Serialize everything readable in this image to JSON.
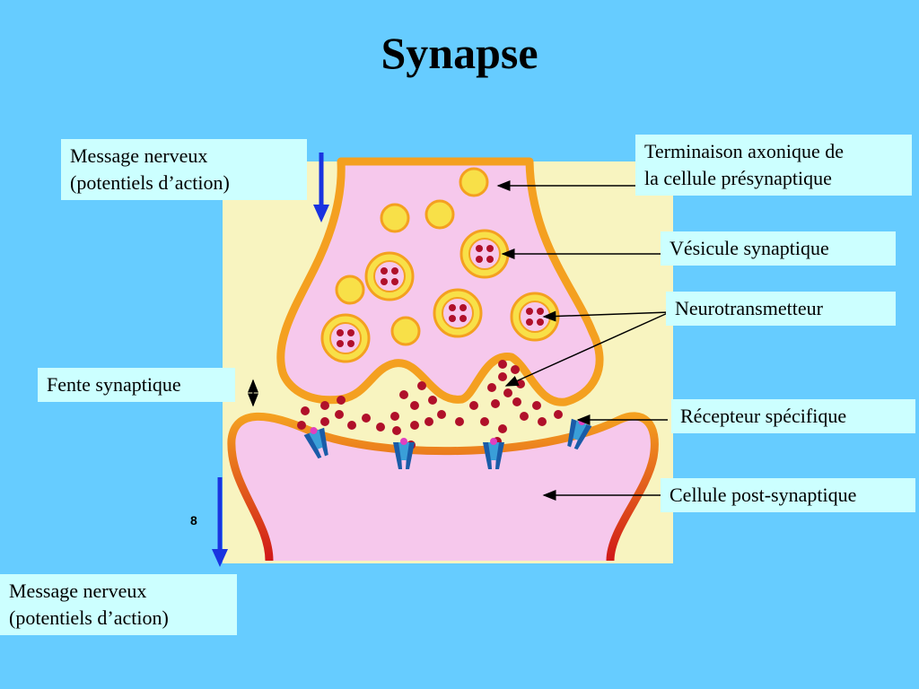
{
  "title": "Synapse",
  "labels": {
    "message_top": [
      "Message nerveux",
      "(potentiels d’action)"
    ],
    "message_bottom": [
      "Message nerveux",
      "(potentiels d’action)"
    ],
    "fente": "Fente synaptique",
    "terminaison": [
      "Terminaison axonique de",
      "la cellule présynaptique"
    ],
    "vesicule": "Vésicule synaptique",
    "neurotransmetteur": "Neurotransmetteur",
    "recepteur": "Récepteur spécifique",
    "post": "Cellule post-synaptique"
  },
  "slide_number": "8",
  "colors": {
    "background": "#66ccff",
    "label_box": "#ccffff",
    "panel": "#f8f4c0",
    "cytoplasm": "#f6c8ec",
    "membrane": "#f4a020",
    "vesicle": "#f8e048",
    "neurotransmitter": "#b0102a",
    "signal_arrow": "#1a33e0",
    "receptor": "#1a5ca8",
    "receptor_site": "#e040c0"
  }
}
